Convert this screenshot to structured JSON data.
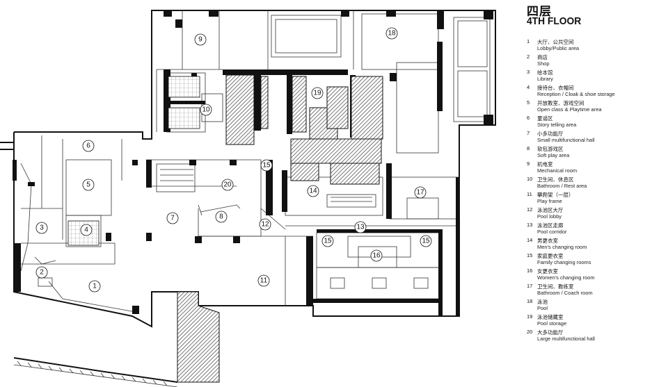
{
  "title_cn": "四层",
  "title_en": "4TH FLOOR",
  "legend": [
    {
      "num": "1",
      "cn": "大厅、公共空间",
      "en": "Lobby/Public area"
    },
    {
      "num": "2",
      "cn": "商店",
      "en": "Shop"
    },
    {
      "num": "3",
      "cn": "绘本馆",
      "en": "Library"
    },
    {
      "num": "4",
      "cn": "接待台、衣帽间",
      "en": "Reception / Cloak & shoe storage"
    },
    {
      "num": "5",
      "cn": "开放教室、游戏空间",
      "en": "Open class & Playtime area"
    },
    {
      "num": "6",
      "cn": "童谣区",
      "en": "Story telling area"
    },
    {
      "num": "7",
      "cn": "小多功能厅",
      "en": "Small multifunctional hall"
    },
    {
      "num": "8",
      "cn": "软包游戏区",
      "en": "Soft play area"
    },
    {
      "num": "9",
      "cn": "机电室",
      "en": "Mechanical room"
    },
    {
      "num": "10",
      "cn": "卫生间、休息区",
      "en": "Bathroom / Rest area"
    },
    {
      "num": "11",
      "cn": "攀爬架（一层）",
      "en": "Play frame"
    },
    {
      "num": "12",
      "cn": "泳池区大厅",
      "en": "Pool lobby"
    },
    {
      "num": "13",
      "cn": "泳池区走廊",
      "en": "Pool corridor"
    },
    {
      "num": "14",
      "cn": "男更衣室",
      "en": "Men's changing room"
    },
    {
      "num": "15",
      "cn": "家庭更衣室",
      "en": "Family changing rooms"
    },
    {
      "num": "16",
      "cn": "女更衣室",
      "en": "Women's changing room"
    },
    {
      "num": "17",
      "cn": "卫生间、教练室",
      "en": "Bathroom / Coach room"
    },
    {
      "num": "18",
      "cn": "泳池",
      "en": "Pool"
    },
    {
      "num": "19",
      "cn": "泳池储藏室",
      "en": "Pool storage"
    },
    {
      "num": "20",
      "cn": "大多功能厅",
      "en": "Large multifunctional hall"
    }
  ],
  "plan_labels": [
    "1",
    "2",
    "3",
    "4",
    "5",
    "6",
    "7",
    "8",
    "9",
    "10",
    "11",
    "12",
    "13",
    "14",
    "15",
    "15",
    "15",
    "16",
    "17",
    "18",
    "19",
    "20"
  ]
}
